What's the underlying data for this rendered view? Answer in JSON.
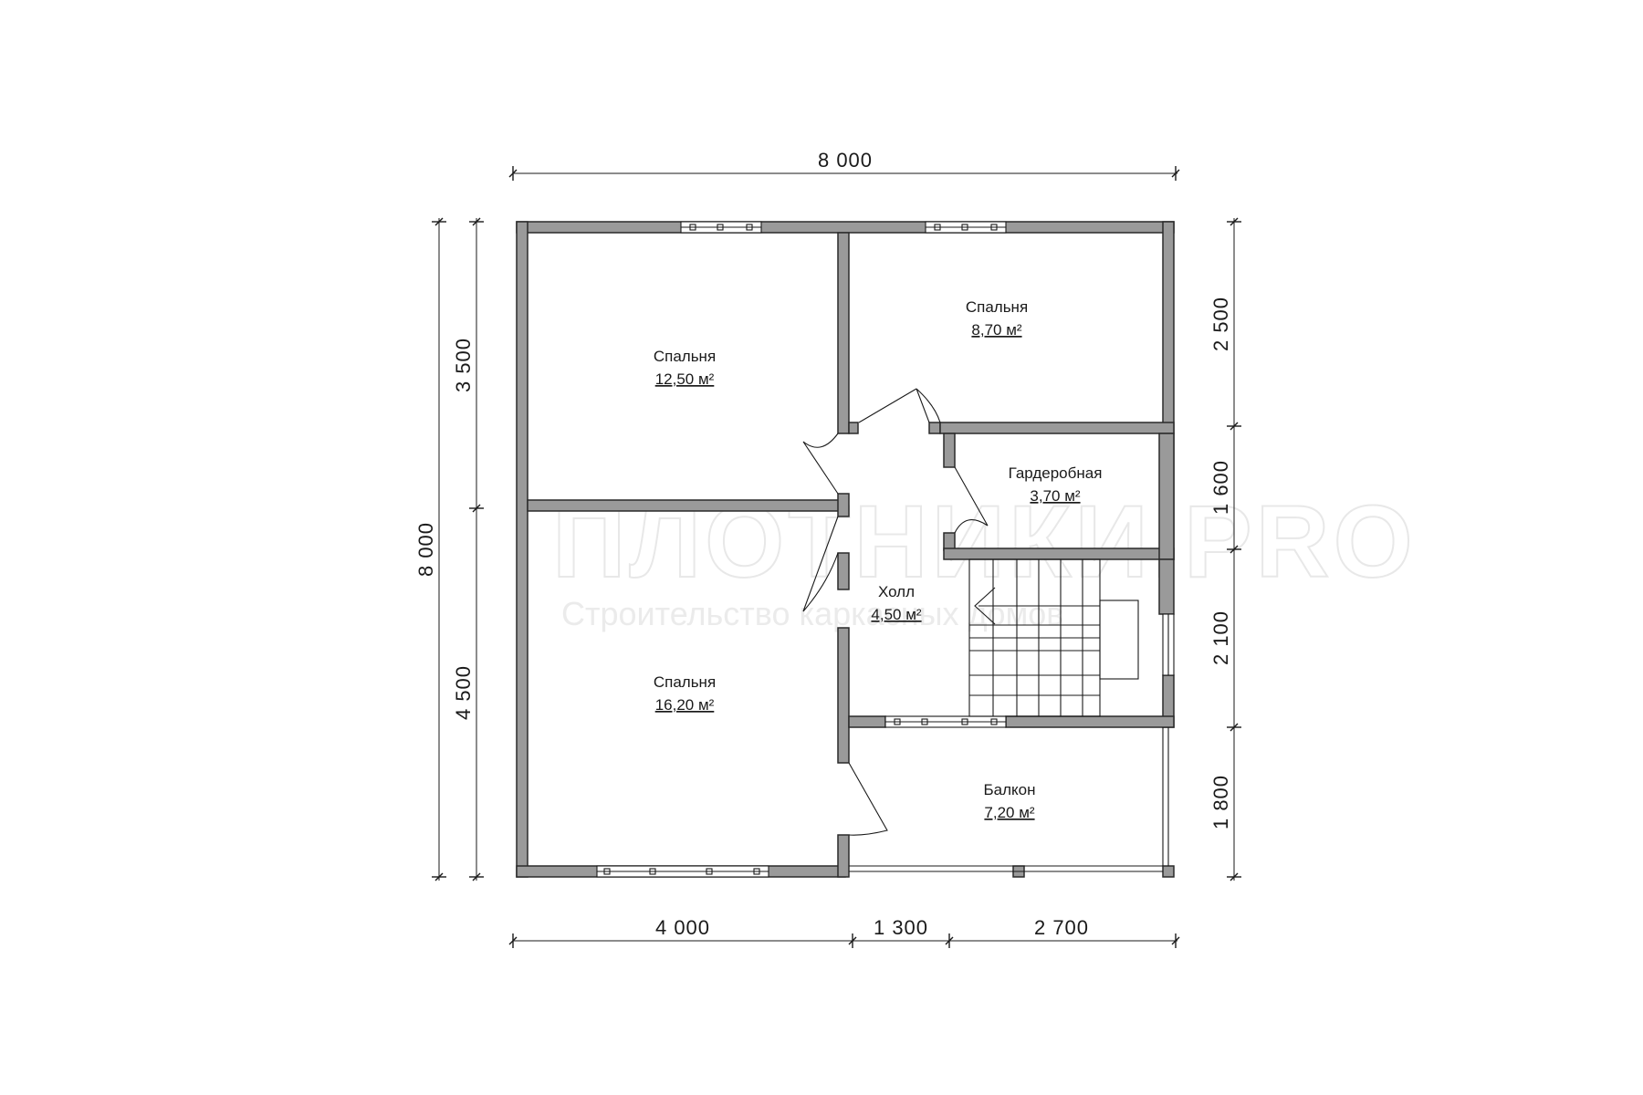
{
  "dimensions": {
    "top_total": "8 000",
    "left_total": "8 000",
    "left_upper": "3 500",
    "left_lower": "4 500",
    "right_1": "2 500",
    "right_2": "1 600",
    "right_3": "2 100",
    "right_4": "1 800",
    "bottom_1": "4 000",
    "bottom_2": "1 300",
    "bottom_3": "2 700"
  },
  "rooms": {
    "bedroom_large_top": {
      "name": "Спальня",
      "area": "12,50 м²"
    },
    "bedroom_small_top": {
      "name": "Спальня",
      "area": "8,70 м²"
    },
    "wardrobe": {
      "name": "Гардеробная",
      "area": "3,70 м²"
    },
    "hall": {
      "name": "Холл",
      "area": "4,50 м²"
    },
    "bedroom_bottom": {
      "name": "Спальня",
      "area": "16,20 м²"
    },
    "balcony": {
      "name": "Балкон",
      "area": "7,20 м²"
    }
  },
  "watermark": {
    "brand": "ПЛОТНИКИ.PRO",
    "tagline": "Строительство каркасных домов"
  }
}
